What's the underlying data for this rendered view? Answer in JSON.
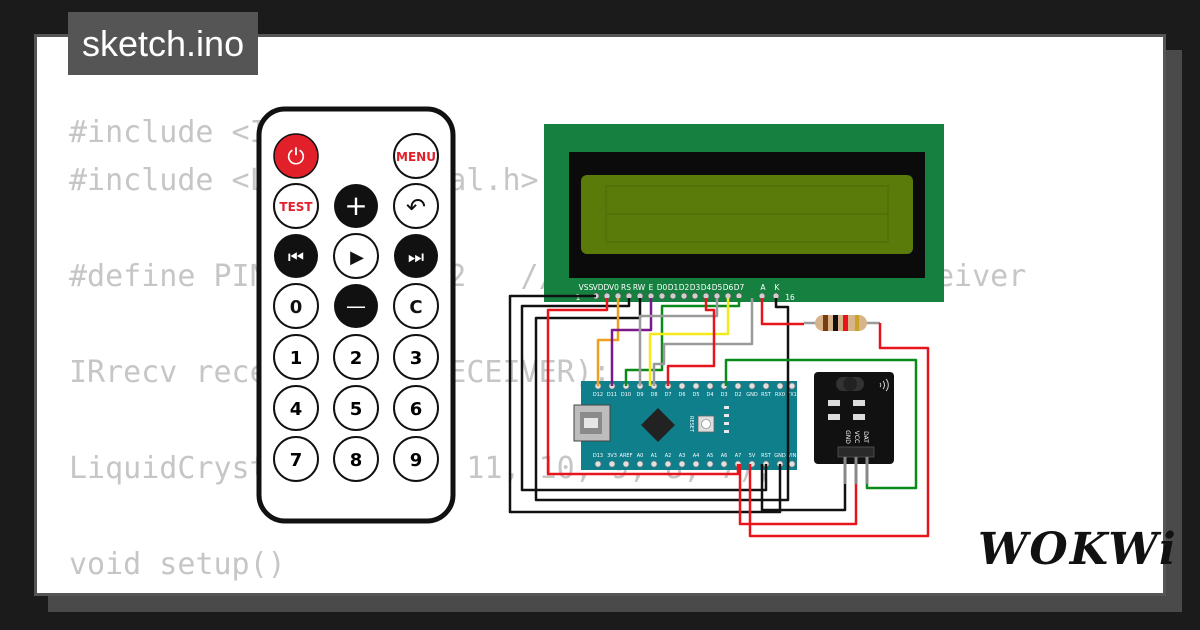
{
  "file_tab": {
    "label": "sketch.ino"
  },
  "code_lines": [
    "#include <IRremote.h>",
    "#include <LiquidCrystal.h>",
    "",
    "#define PIN_RECEIVER 2   // Signal Pin of IR receiver",
    "",
    "IRrecv receiver(PIN_RECEIVER);",
    "",
    "LiquidCrystal lcd(12, 11, 10, 9, 8, 7);",
    "",
    "void setup()",
    "{"
  ],
  "remote": {
    "power": "⏻",
    "menu": "MENU",
    "test": "TEST",
    "plus": "+",
    "back": "↶",
    "prev": "⏮",
    "play": "▶",
    "next": "⏭",
    "zero": "0",
    "minus": "—",
    "clear": "C",
    "digits": [
      "1",
      "2",
      "3",
      "4",
      "5",
      "6",
      "7",
      "8",
      "9"
    ]
  },
  "lcd": {
    "pin_labels": [
      "VSS",
      "VDD",
      "V0",
      "RS",
      "RW",
      "E",
      "D0",
      "D1",
      "D2",
      "D3",
      "D4",
      "D5",
      "D6",
      "D7",
      "A",
      "K"
    ],
    "pin_first": "1",
    "pin_last": "16"
  },
  "ir_receiver": {
    "pins": [
      "GND",
      "VCC",
      "DAT"
    ]
  },
  "arduino": {
    "top_pins": [
      "D12",
      "D11",
      "D10",
      "D9",
      "D8",
      "D7",
      "D6",
      "D5",
      "D4",
      "D3",
      "D2",
      "GND",
      "RST",
      "RX0",
      "TX1"
    ],
    "bottom_pins": [
      "D13",
      "3V3",
      "AREF",
      "A0",
      "A1",
      "A2",
      "A3",
      "A4",
      "A5",
      "A6",
      "A7",
      "5V",
      "RST",
      "GND",
      "VIN"
    ],
    "reset_label": "RESET"
  },
  "brand": {
    "name": "WOKWi"
  },
  "colors": {
    "wire_red": "#e8141b",
    "wire_black": "#111111",
    "wire_green": "#0a8a1a",
    "wire_yellow": "#f4ea1a",
    "wire_orange": "#f0a020",
    "wire_purple": "#7a1a8a",
    "wire_gray": "#9a9a9a",
    "pcb": "#0f7f8c",
    "lcd_board": "#158040",
    "lcd_screen": "#5a7a0a"
  }
}
